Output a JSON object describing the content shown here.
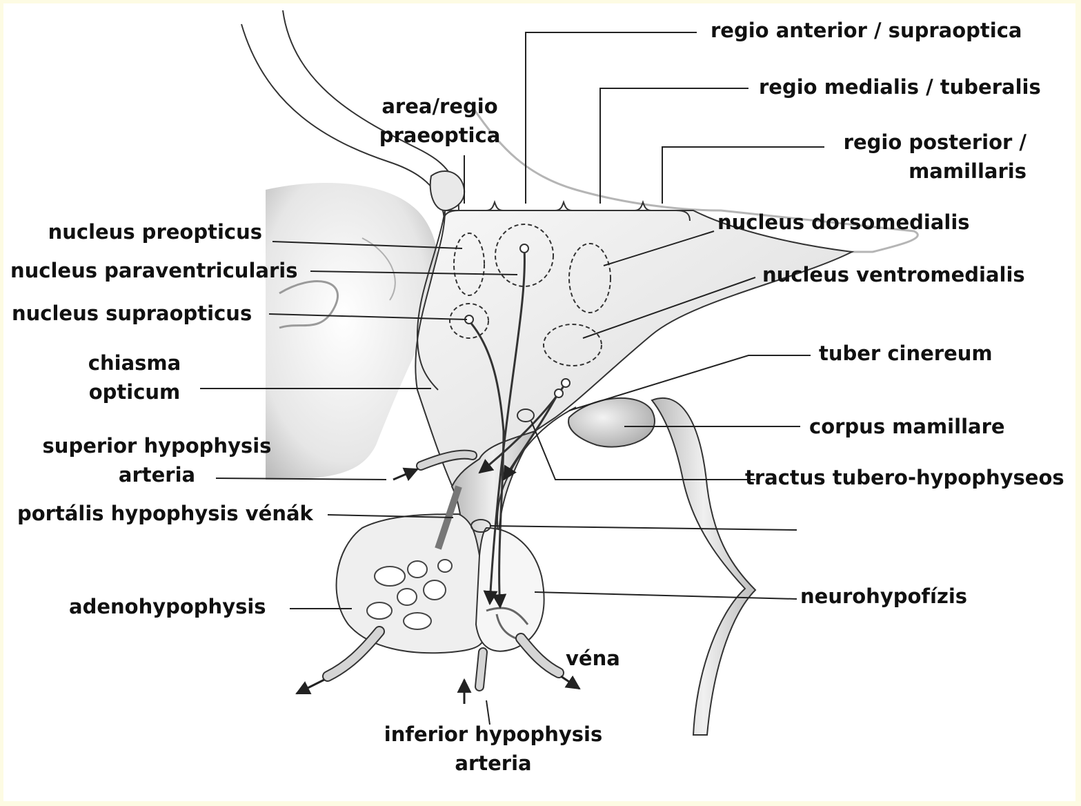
{
  "labels": {
    "regio_anterior": "regio anterior / supraoptica",
    "regio_medialis": "regio medialis / tuberalis",
    "regio_posterior_1": "regio posterior /",
    "regio_posterior_2": "mamillaris",
    "area_praeoptica_1": "area/regio",
    "area_praeoptica_2": "praeoptica",
    "nucleus_preopticus": "nucleus preopticus",
    "nucleus_paraventricularis": "nucleus paraventricularis",
    "nucleus_supraopticus": "nucleus supraopticus",
    "chiasma_1": "chiasma",
    "chiasma_2": "opticum",
    "superior_artery_1": "superior hypophysis",
    "superior_artery_2": "arteria",
    "portal_veins": "portális hypophysis vénák",
    "adenohypophysis": "adenohypophysis",
    "nucleus_dorsomedialis": "nucleus dorsomedialis",
    "nucleus_ventromedialis": "nucleus ventromedialis",
    "tuber_cinereum": "tuber cinereum",
    "corpus_mamillare": "corpus mamillare",
    "tractus": "tractus tubero-hypophyseos",
    "neurohypofizis": "neurohypofízis",
    "vena": "véna",
    "inferior_artery_1": "inferior hypophysis",
    "inferior_artery_2": "arteria"
  },
  "colors": {
    "frame": "#fdfbe3",
    "tissue_light": "#f2f2f2",
    "tissue_dark": "#c8c8c8",
    "outline": "#333333"
  }
}
